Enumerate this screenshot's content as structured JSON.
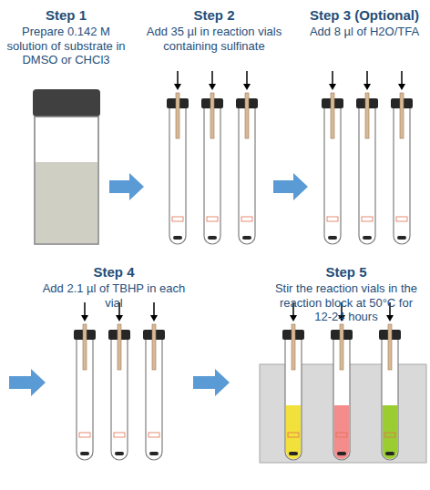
{
  "diagram": {
    "labels": [
      "Step 1",
      "Prepare 0.142 M solution of substrate in DMSO or CHCl3",
      "Step 2",
      "Add 35 µl in reaction vials containing sulfinate",
      "Step 3 (Optional)",
      "Add 8 µl of H2O/TFA",
      "Step 4",
      "Add 2.1 µl of TBHP in each vial",
      "Step 5",
      "Stir the reaction vials in the reaction block at 50°C for 12-24 hours"
    ]
  }
}
